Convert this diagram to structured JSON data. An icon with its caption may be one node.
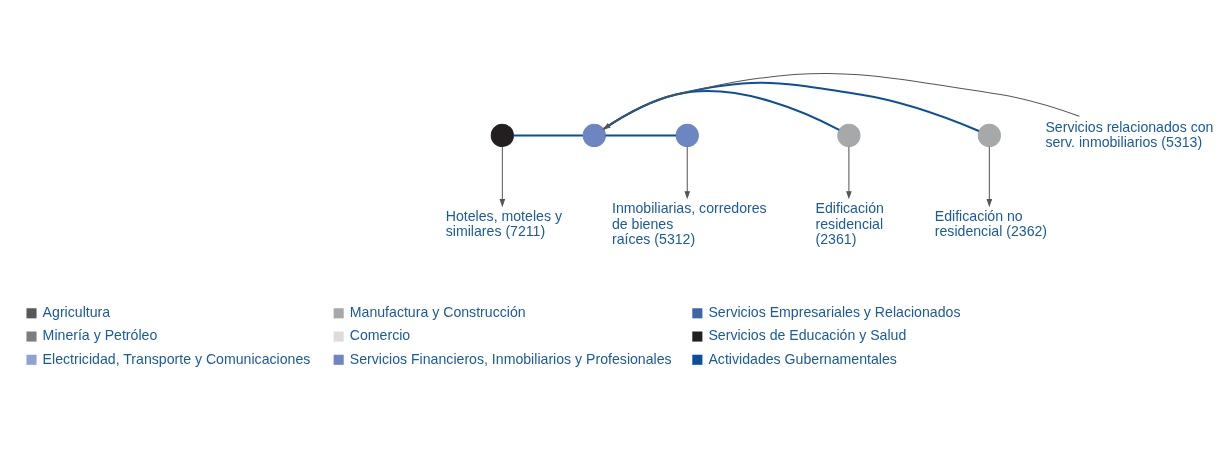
{
  "diagram": {
    "nodes": [
      {
        "text": [],
        "shape": "circle"
      },
      {
        "text": [
          "Hoteles, moteles y similares (7211)"
        ]
      },
      {
        "text": [],
        "shape": "circle"
      },
      {
        "text": [
          "Servicios relacionados con serv. inmobiliarios (5313)"
        ]
      },
      {
        "text": [],
        "shape": "circle"
      },
      {
        "text": [
          "Inmobiliarias, corredores de bienes raíces (5312)"
        ]
      },
      {
        "text": [],
        "shape": "circle"
      },
      {
        "text": [
          "Edificación residencial (2361)"
        ]
      },
      {
        "text": [],
        "shape": "circle"
      },
      {
        "text": [
          "Edificación no residencial (2362)"
        ]
      }
    ],
    "edges": [
      {
        "from": 2,
        "to": 0,
        "arrow": "none",
        "color": "#0b4f9c"
      },
      {
        "from": 2,
        "to": 4,
        "arrow": "none",
        "color": "#0b4f9c"
      },
      {
        "from": 2,
        "to": 6,
        "arrow": "none",
        "color": "#0b4f9c"
      },
      {
        "from": 2,
        "to": 8,
        "arrow": "none",
        "color": "#0b4f9c"
      },
      {
        "from": 0,
        "to": 1,
        "arrow": "to"
      },
      {
        "from": 3,
        "to": 2,
        "arrow": "to"
      },
      {
        "from": 4,
        "to": 5,
        "arrow": "to"
      },
      {
        "from": 6,
        "to": 7,
        "arrow": "to"
      },
      {
        "from": 8,
        "to": 9,
        "arrow": "to"
      }
    ],
    "legend": [
      {
        "text": "Agricultura",
        "color": "#58585a"
      },
      {
        "text": "Manufactura y Construcción",
        "color": "#a7a8aa"
      },
      {
        "text": "Servicios Empresariales y Relacionados",
        "color": "#3a66a8"
      },
      {
        "text": "Minería y Petróleo",
        "color": "#7d7d7f"
      },
      {
        "text": "Comercio",
        "color": "#dcdcdc"
      },
      {
        "text": "Servicios de Educación y Salud",
        "color": "#231f20"
      },
      {
        "text": "Electricidad, Transporte y Comunicaciones",
        "color": "#8fa2d4"
      },
      {
        "text": "Servicios Financieros, Inmobiliarios y Profesionales",
        "color": "#6d85c0"
      },
      {
        "text": "Actividades Gubernamentales",
        "color": "#0b4f9c"
      }
    ]
  }
}
